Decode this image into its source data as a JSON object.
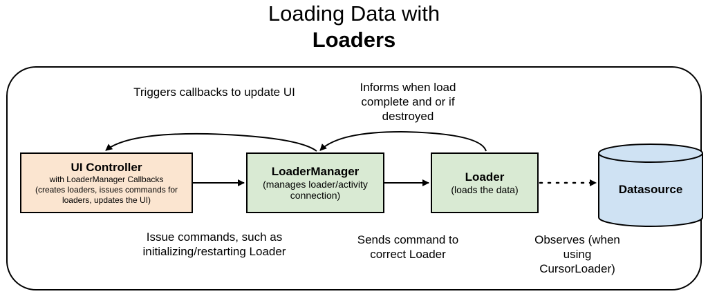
{
  "title": {
    "line1": "Loading Data with",
    "line2": "Loaders"
  },
  "nodes": {
    "ui_controller": {
      "title": "UI Controller",
      "subtitle": "with LoaderManager Callbacks",
      "details": "(creates loaders, issues commands for loaders, updates the UI)"
    },
    "loader_manager": {
      "title": "LoaderManager",
      "details": "(manages loader/activity connection)"
    },
    "loader": {
      "title": "Loader",
      "details": "(loads the data)"
    },
    "datasource": {
      "title": "Datasource"
    }
  },
  "labels": {
    "triggers_callbacks": "Triggers callbacks to update UI",
    "informs_when_load": "Informs when load complete and or if destroyed",
    "issue_commands": "Issue commands, such as initializing/restarting Loader",
    "sends_command": "Sends command to correct Loader",
    "observes": "Observes (when using CursorLoader)"
  },
  "colors": {
    "ui_controller_fill": "#fbe5d0",
    "loader_fill": "#d9ead3",
    "datasource_fill": "#cfe2f3",
    "stroke": "#000000"
  }
}
